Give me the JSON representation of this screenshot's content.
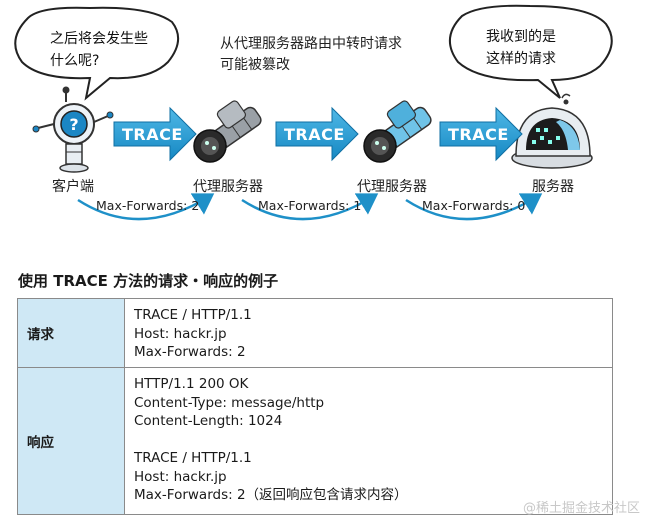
{
  "diagram": {
    "bubble_left": [
      "之后将会发生些",
      "什么呢?"
    ],
    "bubble_right": [
      "我收到的是",
      "这样的请求"
    ],
    "note": [
      "从代理服务器路由中转时请求",
      "可能被篡改"
    ],
    "nodes": [
      "客户端",
      "代理服务器",
      "代理服务器",
      "服务器"
    ],
    "arrow_label": "TRACE",
    "max_forwards": [
      "Max-Forwards: 2",
      "Max-Forwards: 1",
      "Max-Forwards: 0"
    ],
    "colors": {
      "arrow": "#1e96cf",
      "arrow_light": "#49b4e3",
      "curve": "#1e90c8",
      "header_bg": "#cfe8f5"
    }
  },
  "table": {
    "title": "使用 TRACE 方法的请求・响应的例子",
    "request": {
      "label": "请求",
      "lines": [
        "TRACE / HTTP/1.1",
        "Host: hackr.jp",
        "Max-Forwards: 2"
      ]
    },
    "response": {
      "label": "响应",
      "lines": [
        "HTTP/1.1 200 OK",
        "Content-Type: message/http",
        "Content-Length: 1024",
        "",
        "TRACE / HTTP/1.1",
        "Host: hackr.jp",
        "Max-Forwards: 2（返回响应包含请求内容）"
      ]
    }
  },
  "watermark": "@稀土掘金技术社区"
}
